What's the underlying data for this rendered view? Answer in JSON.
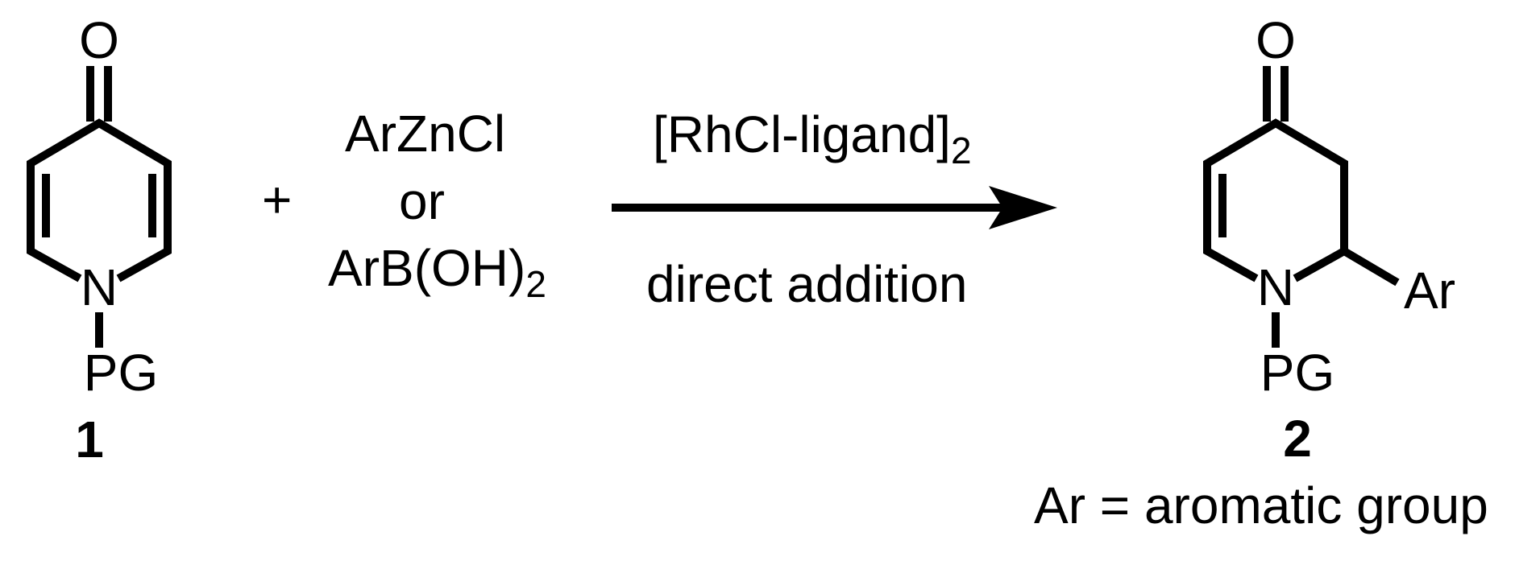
{
  "scheme": {
    "reactant": {
      "oxygen_label": "O",
      "nitrogen_label": "N",
      "protecting_group_label": "PG",
      "compound_number": "1"
    },
    "plus_sign": "+",
    "reagents": {
      "line1": "ArZnCl",
      "line2": "or",
      "line3_main": "ArB(OH)",
      "line3_subscript": "2"
    },
    "conditions": {
      "catalyst_main": "[RhCl-ligand]",
      "catalyst_subscript": "2",
      "below_arrow": "direct addition"
    },
    "product": {
      "oxygen_label": "O",
      "nitrogen_label": "N",
      "protecting_group_label": "PG",
      "aryl_label": "Ar",
      "compound_number": "2"
    },
    "footnote": "Ar = aromatic group"
  }
}
